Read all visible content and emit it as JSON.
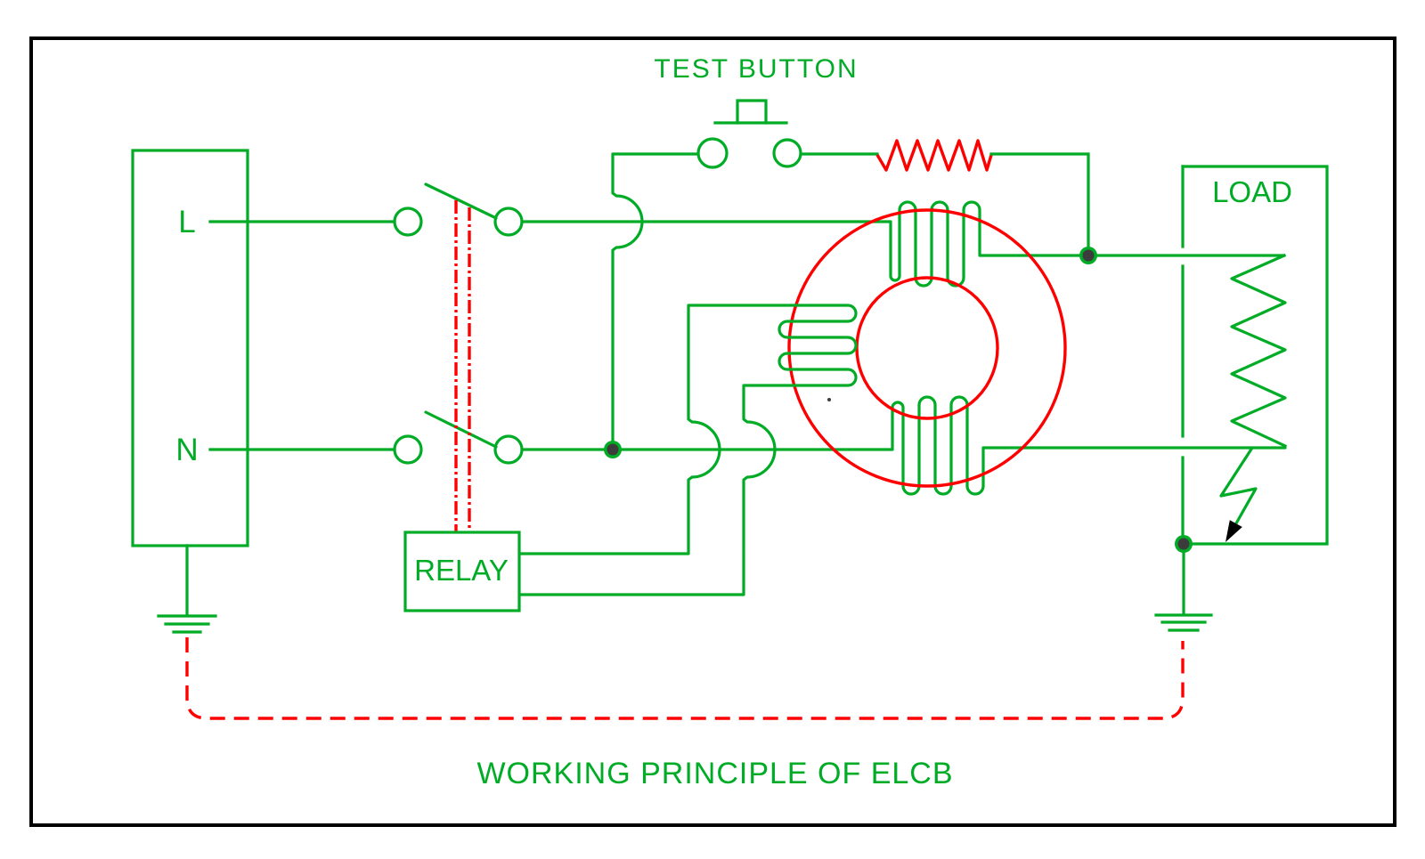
{
  "diagram": {
    "title": "WORKING PRINCIPLE OF ELCB",
    "labels": {
      "test_button": "TEST BUTTON",
      "line_terminal": "L",
      "neutral_terminal": "N",
      "relay": "RELAY",
      "load": "LOAD"
    },
    "colors": {
      "circuit_green": "#00AC26",
      "signal_red": "#FF0000",
      "junction_fill": "#3C3C3C",
      "frame_black": "#000000",
      "background": "#FFFFFF"
    }
  }
}
